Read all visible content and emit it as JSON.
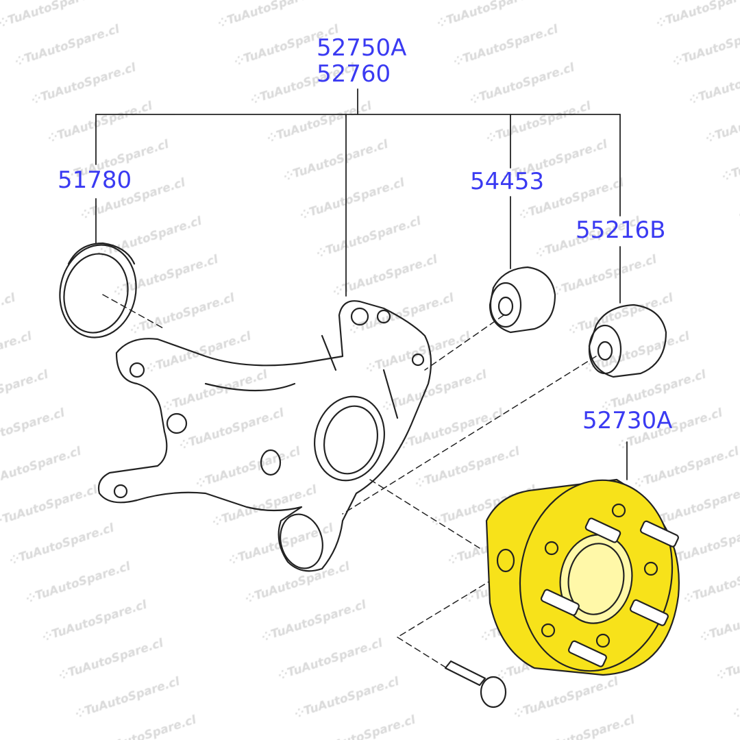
{
  "watermark": "TuAutoSpare.cl",
  "label_color": "#3a3af2",
  "hub_color": "#f7e21a",
  "parts": {
    "knuckle_a": "52750A",
    "knuckle_b": "52760",
    "seal": "51780",
    "bushing_upper": "54453",
    "bushing_lower": "55216B",
    "hub": "52730A"
  }
}
